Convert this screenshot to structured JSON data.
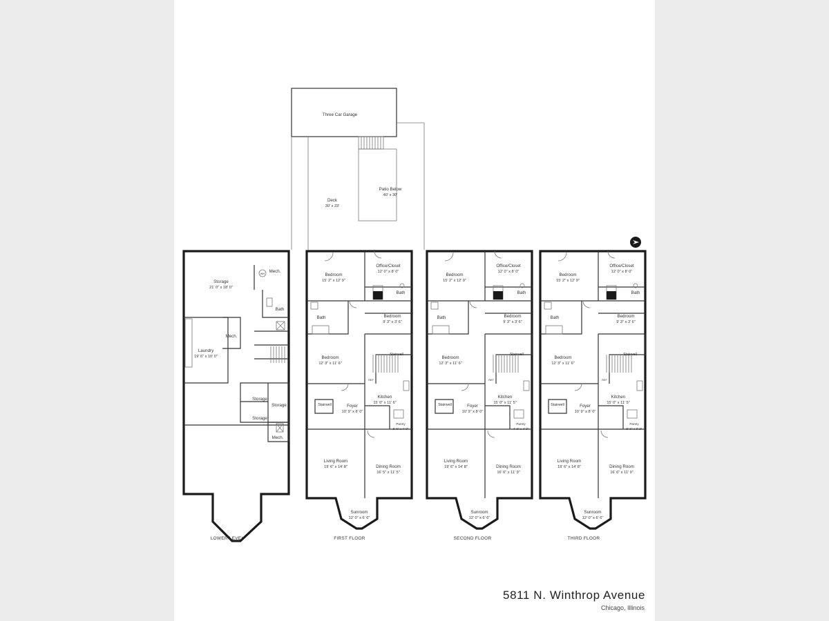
{
  "exterior": {
    "garage": "Three Car Garage",
    "deck": {
      "name": "Deck",
      "dims": "30' x 23'"
    },
    "patio": {
      "name": "Patio Below",
      "dims": "40' x 30'"
    }
  },
  "lower_level": {
    "label": "LOWER LEVEL",
    "rooms": {
      "storage": {
        "name": "Storage",
        "dims": "21' 0\" x 18' 0\""
      },
      "mech1": "Mech.",
      "wh": "WH",
      "bath": "Bath",
      "mech2": "Mech.",
      "laundry": {
        "name": "Laundry",
        "dims": "19' 6\" x 10' 0\""
      },
      "storage2": "Storage",
      "storage3": "Storage",
      "storage4": "Storage",
      "mech3": "Mech."
    }
  },
  "first_floor": {
    "label": "FIRST FLOOR",
    "rooms": {
      "bedroom1": {
        "name": "Bedroom",
        "dims": "15' 2\" x 12' 9\""
      },
      "office": {
        "name": "Office/Closet",
        "dims": "12' 0\" x 8' 0\""
      },
      "bath1": "Bath",
      "bath2": "Bath",
      "bedroom2": {
        "name": "Bedroom",
        "dims": "9' 3\" x 3' 6\""
      },
      "bedroom3": {
        "name": "Bedroom",
        "dims": "12' 3\" x 11' 6\""
      },
      "stairwell1": "Stairwell",
      "stairwell2": "Stairwell",
      "ref": "REF",
      "foyer": {
        "name": "Foyer",
        "dims": "10' 9\" x 8' 0\""
      },
      "kitchen": {
        "name": "Kitchen",
        "dims": "15' 0\" x 11' 6\""
      },
      "pantry": {
        "name": "Pantry",
        "dims": "5' 6\" x 4' 0\""
      },
      "living": {
        "name": "Living Room",
        "dims": "19' 6\" x 14' 8\""
      },
      "dining": {
        "name": "Dining Room",
        "dims": "16' 5\" x 11' 5\""
      },
      "sunroom": {
        "name": "Sunroom",
        "dims": "12' 0\" x 6' 6\""
      }
    }
  },
  "second_floor": {
    "label": "SECOND FLOOR",
    "rooms": {
      "bedroom1": {
        "name": "Bedroom",
        "dims": "15' 2\" x 12' 9\""
      },
      "office": {
        "name": "Office/Closet",
        "dims": "12' 0\" x 8' 0\""
      },
      "bath1": "Bath",
      "bath2": "Bath",
      "bedroom2": {
        "name": "Bedroom",
        "dims": "9' 3\" x 3' 6\""
      },
      "bedroom3": {
        "name": "Bedroom",
        "dims": "12' 3\" x 11' 6\""
      },
      "stairwell1": "Stairwell",
      "stairwell2": "Stairwell",
      "ref": "REF",
      "foyer": {
        "name": "Foyer",
        "dims": "10' 9\" x 8' 0\""
      },
      "kitchen": {
        "name": "Kitchen",
        "dims": "15' 0\" x 11' 5\""
      },
      "pantry": {
        "name": "Pantry",
        "dims": "4' 3\" x 4' 0\""
      },
      "living": {
        "name": "Living Room",
        "dims": "19' 6\" x 14' 8\""
      },
      "dining": {
        "name": "Dining Room",
        "dims": "16' 6\" x 11' 9\""
      },
      "sunroom": {
        "name": "Sunroom",
        "dims": "12' 0\" x 6' 6\""
      }
    }
  },
  "third_floor": {
    "label": "THIRD FLOOR",
    "rooms": {
      "bedroom1": {
        "name": "Bedroom",
        "dims": "15' 2\" x 12' 9\""
      },
      "office": {
        "name": "Office/Closet",
        "dims": "12' 0\" x 8' 0\""
      },
      "bath1": "Bath",
      "bath2": "Bath",
      "bedroom2": {
        "name": "Bedroom",
        "dims": "9' 3\" x 3' 6\""
      },
      "bedroom3": {
        "name": "Bedroom",
        "dims": "12' 3\" x 11' 6\""
      },
      "stairwell1": "Stairwell",
      "stairwell2": "Stairwell",
      "ref": "REF",
      "foyer": {
        "name": "Foyer",
        "dims": "10' 9\" x 8' 0\""
      },
      "kitchen": {
        "name": "Kitchen",
        "dims": "15' 0\" x 11' 5\""
      },
      "pantry": {
        "name": "Pantry",
        "dims": "5' 6\" x 3' 2\""
      },
      "living": {
        "name": "Living Room",
        "dims": "19' 6\" x 14' 8\""
      },
      "dining": {
        "name": "Dining Room",
        "dims": "16' 6\" x 11' 9\""
      },
      "sunroom": {
        "name": "Sunroom",
        "dims": "12' 0\" x 6' 6\""
      }
    }
  },
  "address": {
    "street": "5811 N. Winthrop Avenue",
    "city": "Chicago, Illinois"
  },
  "icons": {
    "compass": "compass-icon"
  },
  "colors": {
    "walls": "#1a1a1a",
    "background": "#ececec",
    "sheet": "#ffffff"
  }
}
